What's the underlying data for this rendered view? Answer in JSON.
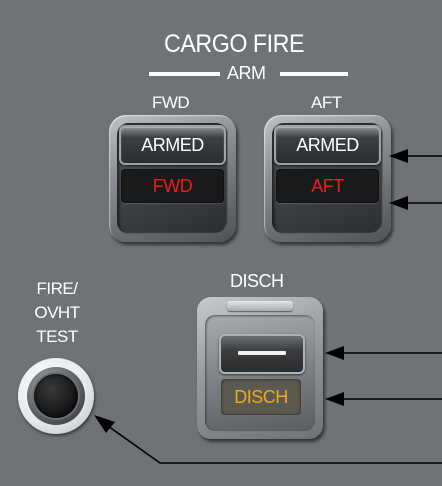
{
  "panel": {
    "title": "CARGO FIRE",
    "arm_label": "ARM",
    "fwd_label": "FWD",
    "aft_label": "AFT",
    "disch_label": "DISCH",
    "fire_test_label": "FIRE/ OVHT TEST"
  },
  "switches": {
    "fwd": {
      "top": "ARMED",
      "bottom": "FWD"
    },
    "aft": {
      "top": "ARMED",
      "bottom": "AFT"
    },
    "disch": {
      "bottom": "DISCH"
    }
  },
  "colors": {
    "panel": "#6f7377",
    "text": "#ffffff",
    "warning_red": "#ee1c1c",
    "amber": "#f0a81c",
    "callout_line": "#000000"
  }
}
